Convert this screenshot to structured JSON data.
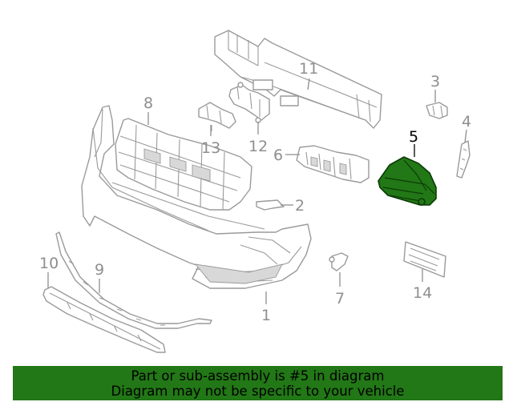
{
  "diagram": {
    "callouts": [
      "1",
      "2",
      "3",
      "4",
      "5",
      "6",
      "7",
      "8",
      "9",
      "10",
      "11",
      "12",
      "13",
      "14"
    ],
    "highlighted_callout": "5",
    "highlight_color": "#227716"
  },
  "banner": {
    "line1": "Part or sub-assembly is #5 in diagram",
    "line2": "Diagram may not be specific to your vehicle",
    "background_color": "#227716"
  }
}
